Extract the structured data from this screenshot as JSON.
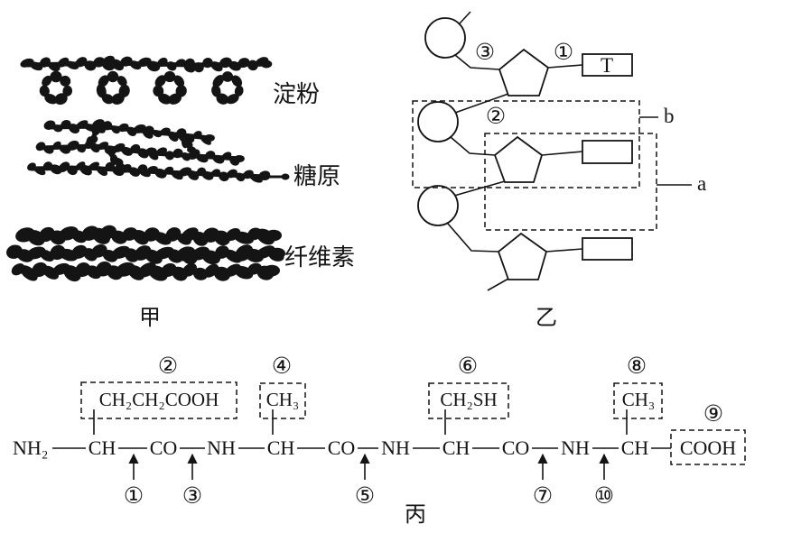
{
  "panel_jia": {
    "caption": "甲",
    "starch_label": "淀粉",
    "glycogen_label": "糖原",
    "cellulose_label": "纤维素"
  },
  "panel_yi": {
    "caption": "乙",
    "top_base": "T",
    "marker_one": "①",
    "marker_two": "②",
    "marker_three": "③",
    "box_a": "a",
    "box_b": "b"
  },
  "panel_bing": {
    "caption": "丙",
    "backbone": [
      "NH₂",
      "CH",
      "CO",
      "NH",
      "CH",
      "CO",
      "NH",
      "CH",
      "CO",
      "NH",
      "CH"
    ],
    "terminal_group": "COOH",
    "side_chains": [
      "CH₂CH₂COOH",
      "CH₃",
      "CH₂SH",
      "CH₃"
    ],
    "side_chain_markers": [
      "②",
      "④",
      "⑥",
      "⑧"
    ],
    "terminal_marker": "⑨",
    "bond_markers": [
      "①",
      "③",
      "⑤",
      "⑦",
      "⑩"
    ]
  }
}
